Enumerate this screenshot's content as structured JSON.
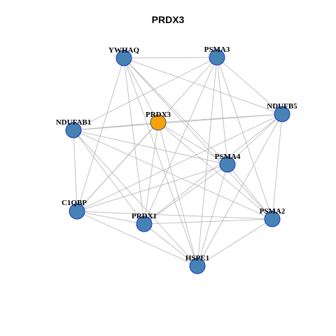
{
  "title": "PRDX3",
  "colors": {
    "edge": "#b3b3b3",
    "node_fill": "#4682b4",
    "node_stroke": "#1a35c9",
    "center_fill": "#f5a20a",
    "center_stroke": "#555555",
    "label": "#000000"
  },
  "center_node": "PRDX3",
  "nodes": [
    {
      "id": "YWHAQ",
      "label": "YWHAQ"
    },
    {
      "id": "PSMA3",
      "label": "PSMA3"
    },
    {
      "id": "NDUFB5",
      "label": "NDUFB5"
    },
    {
      "id": "NDUFAB1",
      "label": "NDUFAB1"
    },
    {
      "id": "PRDX3",
      "label": "PRDX3"
    },
    {
      "id": "PSMA4",
      "label": "PSMA4"
    },
    {
      "id": "C1QBP",
      "label": "C1QBP"
    },
    {
      "id": "PRDX1",
      "label": "PRDX1"
    },
    {
      "id": "PSMA2",
      "label": "PSMA2"
    },
    {
      "id": "HSPE1",
      "label": "HSPE1"
    }
  ],
  "edges": [
    [
      "YWHAQ",
      "PSMA3"
    ],
    [
      "YWHAQ",
      "NDUFB5"
    ],
    [
      "YWHAQ",
      "PRDX3"
    ],
    [
      "YWHAQ",
      "PSMA4"
    ],
    [
      "YWHAQ",
      "C1QBP"
    ],
    [
      "YWHAQ",
      "PRDX1"
    ],
    [
      "YWHAQ",
      "PSMA2"
    ],
    [
      "YWHAQ",
      "HSPE1"
    ],
    [
      "PSMA3",
      "NDUFAB1"
    ],
    [
      "PSMA3",
      "C1QBP"
    ],
    [
      "PSMA3",
      "PSMA4"
    ],
    [
      "PSMA3",
      "PRDX1"
    ],
    [
      "PSMA3",
      "PSMA2"
    ],
    [
      "PSMA3",
      "HSPE1"
    ],
    [
      "PSMA3",
      "NDUFB5"
    ],
    [
      "NDUFB5",
      "NDUFAB1"
    ],
    [
      "NDUFB5",
      "PRDX3"
    ],
    [
      "NDUFB5",
      "PSMA4"
    ],
    [
      "NDUFB5",
      "C1QBP"
    ],
    [
      "NDUFB5",
      "PRDX1"
    ],
    [
      "NDUFB5",
      "PSMA2"
    ],
    [
      "NDUFB5",
      "HSPE1"
    ],
    [
      "NDUFAB1",
      "PRDX3"
    ],
    [
      "NDUFAB1",
      "PSMA4"
    ],
    [
      "NDUFAB1",
      "C1QBP"
    ],
    [
      "NDUFAB1",
      "PSMA2"
    ],
    [
      "NDUFAB1",
      "HSPE1"
    ],
    [
      "NDUFAB1",
      "PRDX1"
    ],
    [
      "PRDX3",
      "C1QBP"
    ],
    [
      "PRDX3",
      "PRDX1"
    ],
    [
      "PRDX3",
      "PSMA2"
    ],
    [
      "PRDX3",
      "HSPE1"
    ],
    [
      "PRDX3",
      "PSMA4"
    ],
    [
      "PSMA4",
      "C1QBP"
    ],
    [
      "PSMA4",
      "PRDX1"
    ],
    [
      "PSMA4",
      "PSMA2"
    ],
    [
      "PSMA4",
      "HSPE1"
    ],
    [
      "C1QBP",
      "PRDX1"
    ],
    [
      "C1QBP",
      "PSMA2"
    ],
    [
      "C1QBP",
      "HSPE1"
    ],
    [
      "PRDX1",
      "PSMA2"
    ],
    [
      "PRDX1",
      "HSPE1"
    ],
    [
      "PSMA2",
      "HSPE1"
    ]
  ]
}
